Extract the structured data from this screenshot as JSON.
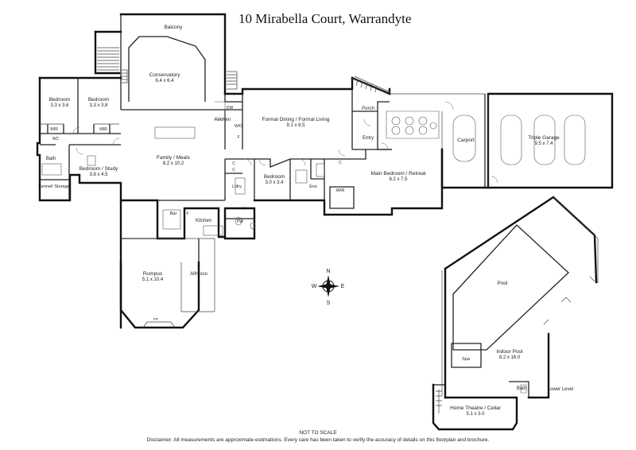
{
  "title": "10 Mirabella Court, Warrandyte",
  "scale_note": "NOT TO SCALE",
  "disclaimer": "Disclaimer: All measurements are approximate estimations. Every care has been taken to verify the accuracy of details on this floorplan and brochure.",
  "compass": {
    "n": "N",
    "s": "S",
    "e": "E",
    "w": "W"
  },
  "rooms": {
    "balcony": {
      "name": "Balcony"
    },
    "conservatory": {
      "name": "Conservatory",
      "size": "6.4 x 6.4"
    },
    "bedroom1": {
      "name": "Bedroom",
      "size": "3.3 x 3.6"
    },
    "bedroom2": {
      "name": "Bedroom",
      "size": "3.3 x 3.8"
    },
    "wir1": {
      "name": "WIR"
    },
    "wir2": {
      "name": "WIR"
    },
    "bath1": {
      "name": "Bath"
    },
    "wc1": {
      "name": "WC"
    },
    "kennel": {
      "name": "Kennel/ Storage"
    },
    "study": {
      "name": "Bedroom / Study",
      "size": "3.8 x 4.5"
    },
    "family": {
      "name": "Family / Meals",
      "size": "8.2 x 10.2"
    },
    "kitchen_upper": {
      "name": "Kitchen"
    },
    "dw": {
      "name": "DW"
    },
    "wo": {
      "name": "W/O"
    },
    "fridge": {
      "name": "F"
    },
    "formal": {
      "name": "Formal Dining / Formal Living",
      "size": "9.1 x 8.5"
    },
    "porch": {
      "name": "Porch"
    },
    "entry": {
      "name": "Entry"
    },
    "carport": {
      "name": "Carport"
    },
    "garage": {
      "name": "Triple Garage",
      "size": "9.5 x 7.4"
    },
    "bedroom3": {
      "name": "Bedroom",
      "size": "3.0 x 3.4"
    },
    "ens": {
      "name": "Ens"
    },
    "wir3": {
      "name": "WIR"
    },
    "main_bedroom": {
      "name": "Main Bedroom / Retreat",
      "size": "6.2 x 7.5"
    },
    "ldry": {
      "name": "L'dry"
    },
    "c1": {
      "name": "C"
    },
    "c2": {
      "name": "C"
    },
    "c3": {
      "name": "C"
    },
    "pwd": {
      "name": "PW"
    },
    "bar": {
      "name": "Bar"
    },
    "kitchen_lower": {
      "name": "Kitchen"
    },
    "fridge2": {
      "name": "F"
    },
    "rumpus": {
      "name": "Rumpus",
      "size": "5.1 x 10.4"
    },
    "fp": {
      "name": "FP"
    },
    "alfresco": {
      "name": "Alfresco"
    },
    "pool": {
      "name": "Pool"
    },
    "spa": {
      "name": "Spa"
    },
    "indoor_pool": {
      "name": "Indoor Pool",
      "size": "8.2 x 16.0"
    },
    "bath2": {
      "name": "Bath"
    },
    "lower_level": {
      "name": "Lower Level"
    },
    "theatre": {
      "name": "Home Theatre / Cellar",
      "size": "5.1 x 3.0"
    }
  }
}
